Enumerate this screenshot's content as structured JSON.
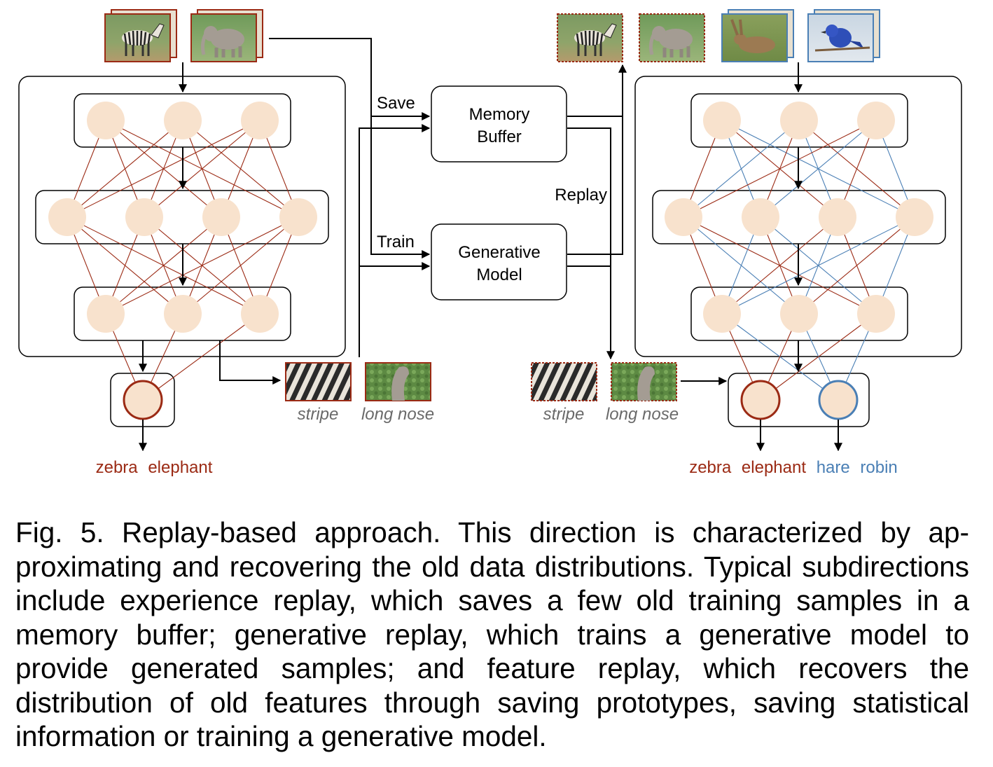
{
  "diagram": {
    "left_output_labels": [
      "zebra",
      "elephant"
    ],
    "right_output_labels_old": [
      "zebra",
      "elephant"
    ],
    "right_output_labels_new": [
      "hare",
      "robin"
    ],
    "feature_labels": [
      "stripe",
      "long nose"
    ],
    "memory_buffer_label": [
      "Memory",
      "Buffer"
    ],
    "generative_model_label": [
      "Generative",
      "Model"
    ],
    "arrow_labels": {
      "save": "Save",
      "train": "Train",
      "replay": "Replay"
    },
    "colors": {
      "old_task": "#9b2a14",
      "new_task": "#4a7fb5",
      "node_fill": "#f8e2cd",
      "line": "#000000"
    },
    "icons": [
      "zebra-image",
      "elephant-image",
      "hare-image",
      "robin-image",
      "stripe-patch-image",
      "long-nose-patch-image"
    ]
  },
  "caption": "Fig. 5. Replay-based approach. This direction is characterized by ap­proximating and recovering the old data distributions. Typical sub­directions include experience replay, which saves a few old training samples in a memory buffer; generative replay, which trains a generative model to provide generated samples; and feature replay, which recovers the distribution of old features through saving prototypes, saving statis­tical information or training a generative model."
}
